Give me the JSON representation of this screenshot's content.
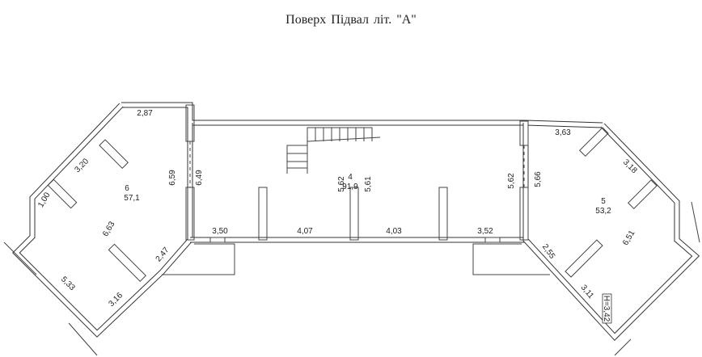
{
  "title": "Поверх  Підвал     літ. \"А\"",
  "rooms": [
    {
      "number": "6",
      "area": "57,1"
    },
    {
      "number": "4",
      "area": "91,9"
    },
    {
      "number": "5",
      "area": "53,2"
    }
  ],
  "dimensions": {
    "d287": "2,87",
    "d320": "3,20",
    "d100": "1,00",
    "d659": "6,59",
    "d649": "6,49",
    "d663": "6,63",
    "d247": "2,47",
    "d533": "5,33",
    "d316": "3,16",
    "d350": "3,50",
    "d407": "4,07",
    "d562a": "5,62",
    "d561": "5,61",
    "d403": "4,03",
    "d352": "3,52",
    "d562b": "5,62",
    "d566": "5,66",
    "d363": "3,63",
    "d318": "3,18",
    "d651": "6,51",
    "d255": "2,55",
    "d311": "3,11"
  },
  "height_mark": "H=3,42"
}
